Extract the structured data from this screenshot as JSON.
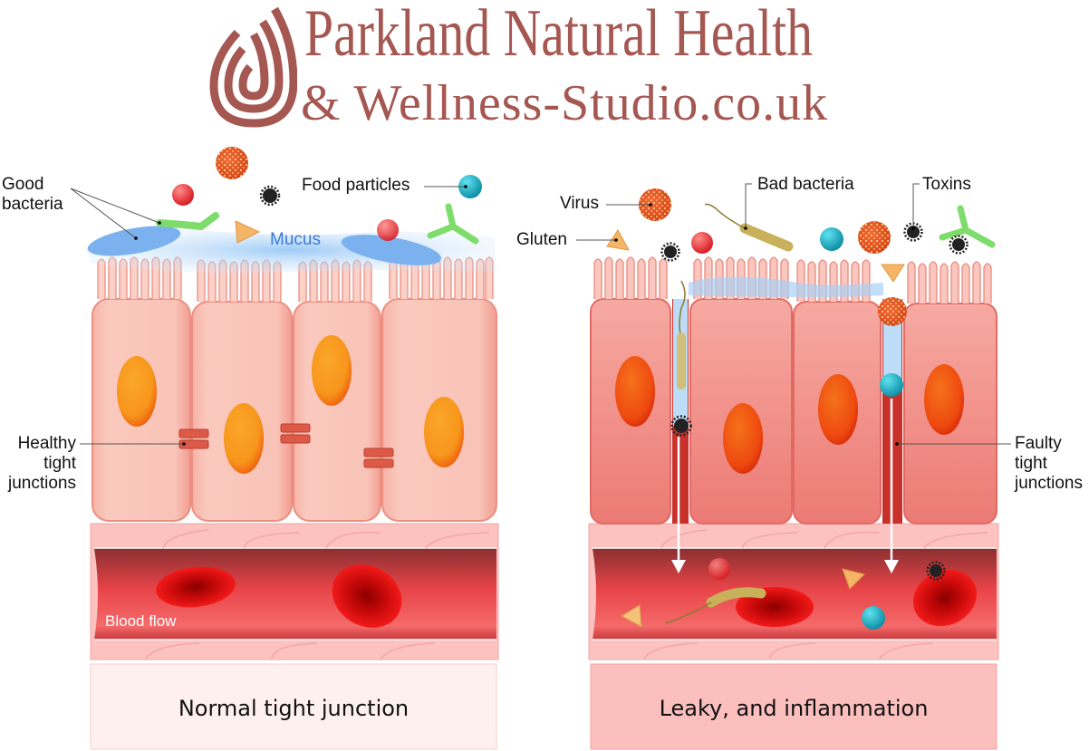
{
  "header": {
    "title": "Parkland Natural Health",
    "subtitle": "& Wellness-Studio.co.uk",
    "brand_color": "#a55752"
  },
  "left_panel": {
    "labels": {
      "good_bacteria": "Good\nbacteria",
      "good_bacteria_line1": "Good",
      "good_bacteria_line2": "bacteria",
      "food_particles": "Food particles",
      "mucus": "Mucus",
      "healthy_line1": "Healthy",
      "healthy_line2": "tight",
      "healthy_line3": "junctions",
      "blood_flow": "Blood flow"
    },
    "caption": "Normal tight junction"
  },
  "right_panel": {
    "labels": {
      "virus": "Virus",
      "gluten": "Gluten",
      "bad_bacteria": "Bad bacteria",
      "toxins": "Toxins",
      "faulty_line1": "Faulty",
      "faulty_line2": "tight",
      "faulty_line3": "junctions"
    },
    "caption": "Leaky, and inflammation"
  },
  "colors": {
    "cell_healthy": "#f9c3b7",
    "cell_inflamed": "#ef8e87",
    "nucleus_healthy": "#f7961c",
    "nucleus_inflamed": "#ef4a10",
    "mucus": "#9ec9f3",
    "blood": "#d8383c",
    "rbc": "#e00c0c",
    "food_particle": "#1bb0c4",
    "toxin": "#222222",
    "gluten": "#f2b060",
    "good_bacteria": "#7ddc6a",
    "bad_bacteria": "#c9b15c",
    "caption_bg_left": "#fdf0ee",
    "caption_bg_right": "#fbbfbe"
  }
}
